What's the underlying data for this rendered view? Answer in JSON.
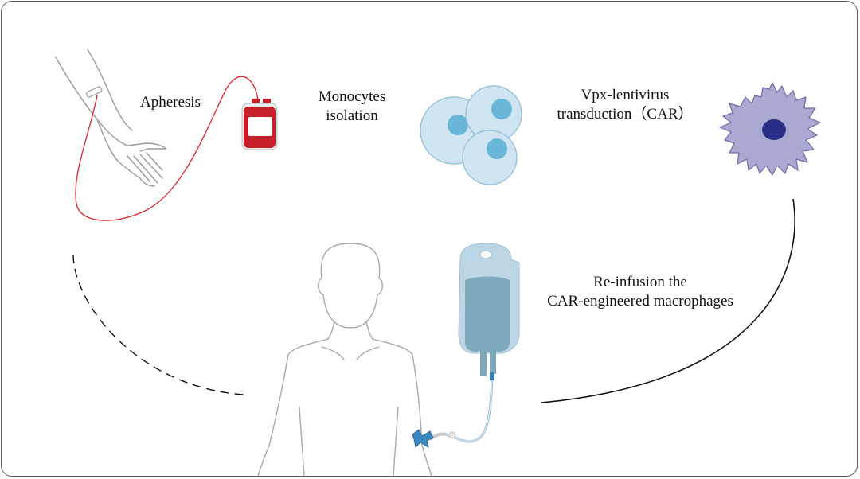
{
  "labels": {
    "apheresis": "Apheresis",
    "monocytes_line1": "Monocytes",
    "monocytes_line2": "isolation",
    "transduction_line1": "Vpx-lentivirus",
    "transduction_line2": "transduction（CAR）",
    "reinfusion_line1": "Re-infusion the",
    "reinfusion_line2": "CAR-engineered macrophages"
  },
  "colors": {
    "blood": "#c8202b",
    "tube": "#e0242c",
    "cell_fill": "#cfe6f2",
    "cell_nucleus": "#6ab6d8",
    "macrophage_fill": "#a9a9d2",
    "macrophage_nucleus": "#2a2d86",
    "iv_bag": "#bcd6e6",
    "iv_fluid": "#7ea8bc",
    "outline": "#9a9a9a"
  }
}
